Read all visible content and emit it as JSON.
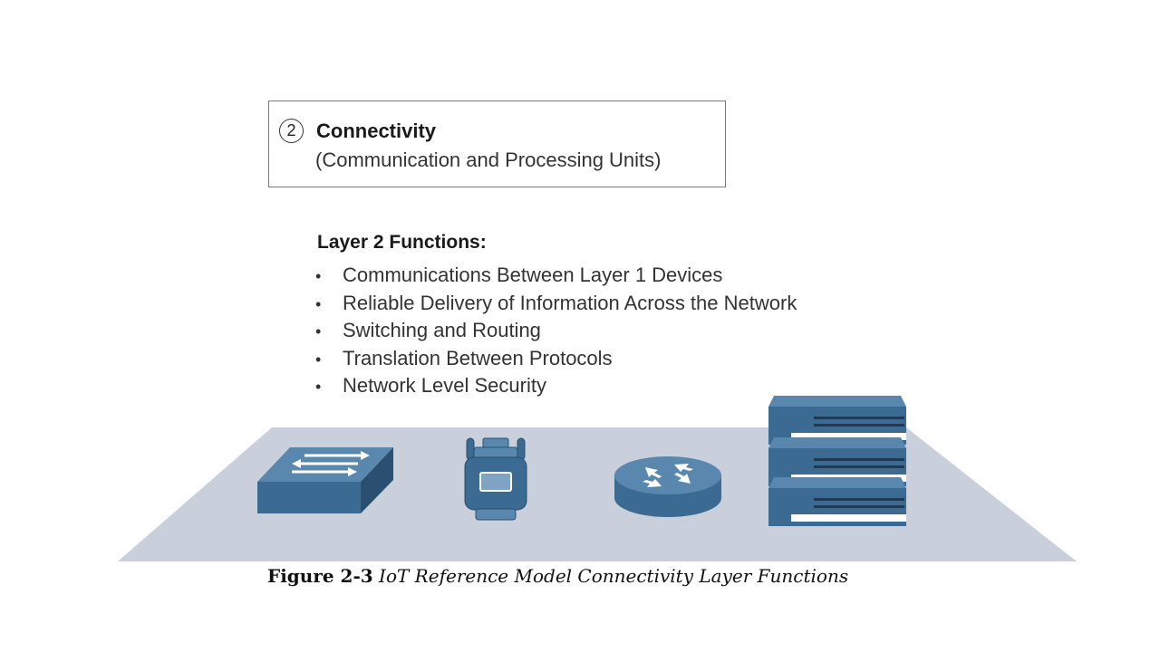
{
  "layer_box": {
    "number": "2",
    "title": "Connectivity",
    "subtitle": "(Communication and Processing Units)"
  },
  "functions": {
    "heading": "Layer 2 Functions:",
    "bullet": "•",
    "items": [
      "Communications Between Layer 1 Devices",
      "Reliable Delivery of Information Across the Network",
      "Switching and Routing",
      "Translation Between Protocols",
      "Network Level Security"
    ]
  },
  "devices": [
    {
      "icon": "switch-icon"
    },
    {
      "icon": "gateway-icon"
    },
    {
      "icon": "router-icon"
    },
    {
      "icon": "server-stack-icon"
    }
  ],
  "caption": {
    "label": "Figure 2-3",
    "text": "IoT Reference Model Connectivity Layer Functions"
  },
  "colors": {
    "floor": "#c9d0db",
    "device_blue": "#3b6a93",
    "device_top": "#5a87ad",
    "device_dark": "#2a4f70"
  }
}
